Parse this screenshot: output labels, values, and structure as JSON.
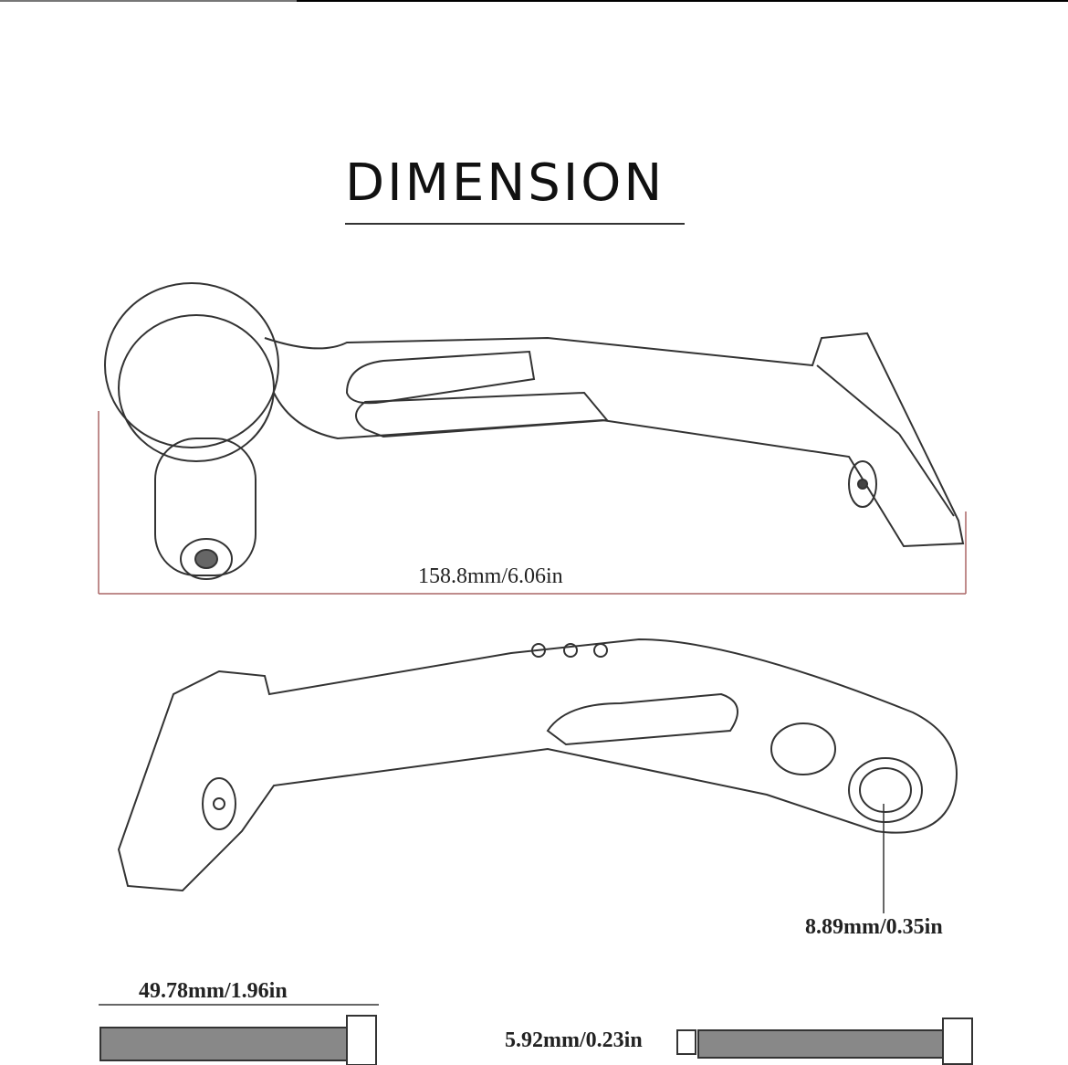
{
  "title": "DIMENSION",
  "dimensions": {
    "overall_length": "158.8mm/6.06in",
    "hole_diameter": "8.89mm/0.35in",
    "long_bolt_length": "49.78mm/1.96in",
    "short_bolt_label": "5.92mm/0.23in"
  }
}
